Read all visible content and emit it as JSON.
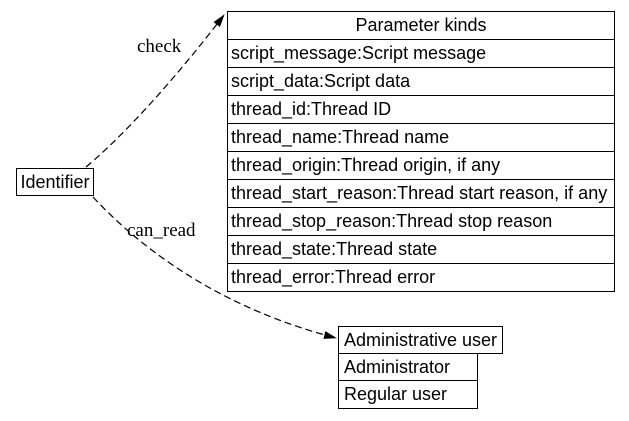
{
  "diagram": {
    "colors": {
      "stroke": "#000000",
      "background": "#ffffff"
    },
    "identifier_node": {
      "label": "Identifier"
    },
    "edges": [
      {
        "label": "check",
        "from": "Identifier",
        "to": "Parameter kinds",
        "style": "dashed"
      },
      {
        "label": "can_read",
        "from": "Identifier",
        "to": "Administrative user",
        "style": "dashed"
      }
    ],
    "parameter_table": {
      "title": "Parameter kinds",
      "rows": [
        "script_message:Script message",
        "script_data:Script data",
        "thread_id:Thread ID",
        "thread_name:Thread name",
        "thread_origin:Thread origin, if any",
        "thread_start_reason:Thread start reason, if any",
        "thread_stop_reason:Thread stop reason",
        "thread_state:Thread state",
        "thread_error:Thread error"
      ]
    },
    "user_table": {
      "title": "Administrative user",
      "rows": [
        "Administrator",
        "Regular user"
      ]
    }
  }
}
